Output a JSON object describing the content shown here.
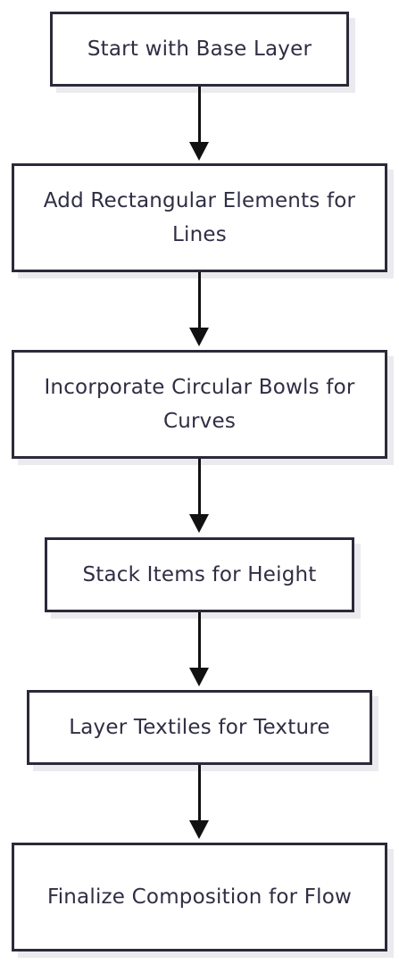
{
  "diagram": {
    "nodes": [
      {
        "id": "n1",
        "label": "Start with Base Layer"
      },
      {
        "id": "n2",
        "label": "Add Rectangular Elements for Lines"
      },
      {
        "id": "n3",
        "label": "Incorporate Circular Bowls for Curves"
      },
      {
        "id": "n4",
        "label": "Stack Items for Height"
      },
      {
        "id": "n5",
        "label": "Layer Textiles for Texture"
      },
      {
        "id": "n6",
        "label": "Finalize Composition for Flow"
      }
    ],
    "edges": [
      {
        "from": "n1",
        "to": "n2"
      },
      {
        "from": "n2",
        "to": "n3"
      },
      {
        "from": "n3",
        "to": "n4"
      },
      {
        "from": "n4",
        "to": "n5"
      },
      {
        "from": "n5",
        "to": "n6"
      }
    ],
    "colors": {
      "border": "#2b2a3a",
      "text": "#2f2e44",
      "shadow": "#ebebef",
      "arrow": "#111111"
    }
  }
}
